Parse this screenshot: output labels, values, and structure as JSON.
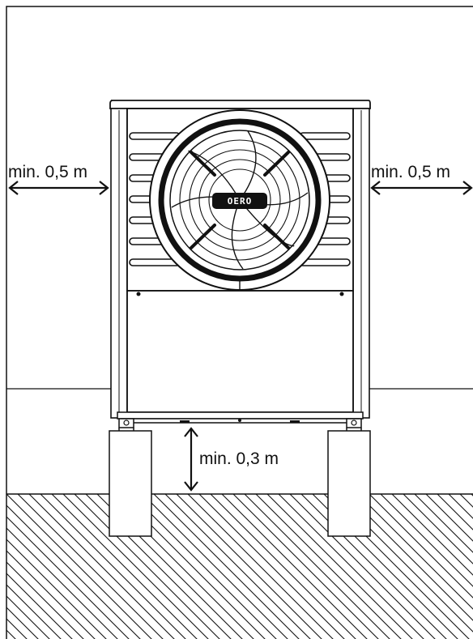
{
  "clearances": {
    "left": "min. 0,5 m",
    "right": "min. 0,5 m",
    "bottom": "min. 0,3 m"
  },
  "unit": {
    "brand": "OERO"
  },
  "colors": {
    "stroke": "#111111",
    "background": "#ffffff"
  }
}
